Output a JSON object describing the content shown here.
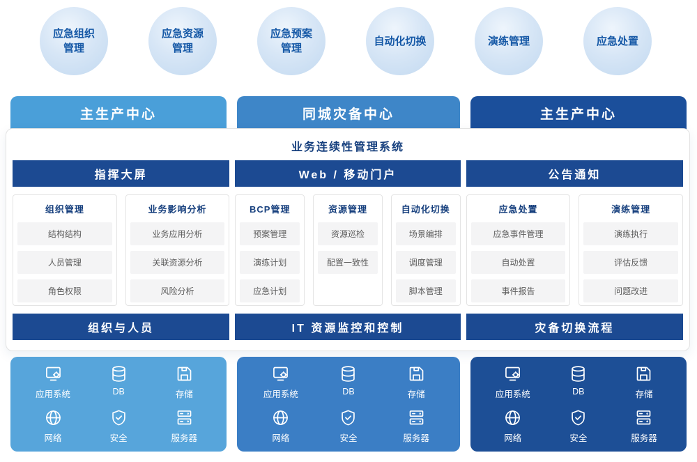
{
  "circles": [
    {
      "label": "应急组织\n管理"
    },
    {
      "label": "应急资源\n管理"
    },
    {
      "label": "应急预案\n管理"
    },
    {
      "label": "自动化切换"
    },
    {
      "label": "演练管理"
    },
    {
      "label": "应急处置"
    }
  ],
  "centers": [
    {
      "label": "主生产中心",
      "color": "#4a9fd9"
    },
    {
      "label": "同城灾备中心",
      "color": "#3e86c8"
    },
    {
      "label": "主生产中心",
      "color": "#1b4f9b"
    }
  ],
  "system": {
    "title": "业务连续性管理系统",
    "bar_color": "#1c4a92",
    "sections": [
      {
        "top_bar": "指挥大屏",
        "bottom_bar": "组织与人员",
        "columns": [
          {
            "title": "组织管理",
            "items": [
              "结构结构",
              "人员管理",
              "角色权限"
            ]
          },
          {
            "title": "业务影响分析",
            "items": [
              "业务应用分析",
              "关联资源分析",
              "风险分析"
            ]
          }
        ]
      },
      {
        "top_bar": "Web / 移动门户",
        "bottom_bar": "IT 资源监控和控制",
        "columns": [
          {
            "title": "BCP管理",
            "items": [
              "预案管理",
              "演练计划",
              "应急计划"
            ]
          },
          {
            "title": "资源管理",
            "items": [
              "资源巡检",
              "配置一致性"
            ]
          },
          {
            "title": "自动化切换",
            "items": [
              "场景编排",
              "调度管理",
              "脚本管理"
            ]
          }
        ]
      },
      {
        "top_bar": "公告通知",
        "bottom_bar": "灾备切换流程",
        "columns": [
          {
            "title": "应急处置",
            "items": [
              "应急事件管理",
              "自动处置",
              "事件报告"
            ]
          },
          {
            "title": "演练管理",
            "items": [
              "演练执行",
              "评估反馈",
              "问题改进"
            ]
          }
        ]
      }
    ]
  },
  "infra": {
    "panel_colors": [
      "#57a5db",
      "#3b7ec5",
      "#1d4f96"
    ],
    "items": [
      {
        "icon": "app-system-icon",
        "label": "应用系统"
      },
      {
        "icon": "database-icon",
        "label": "DB"
      },
      {
        "icon": "storage-icon",
        "label": "存储"
      },
      {
        "icon": "network-icon",
        "label": "网络"
      },
      {
        "icon": "security-icon",
        "label": "安全"
      },
      {
        "icon": "server-icon",
        "label": "服务器"
      }
    ]
  }
}
